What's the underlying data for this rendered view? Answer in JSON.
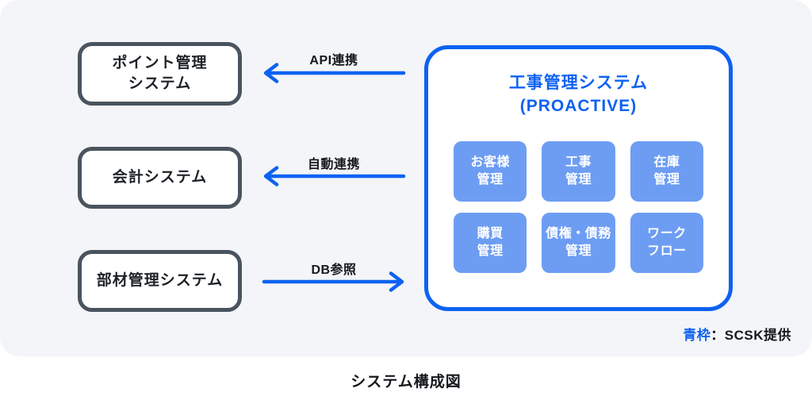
{
  "diagram": {
    "external_systems": [
      {
        "name": "point-management-system",
        "lines": [
          "ポイント管理",
          "システム"
        ]
      },
      {
        "name": "accounting-system",
        "lines": [
          "会計システム"
        ]
      },
      {
        "name": "parts-management-system",
        "lines": [
          "部材管理システム"
        ]
      }
    ],
    "connections": [
      {
        "label": "API連携",
        "direction": "left"
      },
      {
        "label": "自動連携",
        "direction": "left"
      },
      {
        "label": "DB参照",
        "direction": "right"
      }
    ],
    "proactive": {
      "title_lines": [
        "工事管理システム",
        "(PROACTIVE)"
      ],
      "modules": [
        {
          "lines": [
            "お客様",
            "管理"
          ]
        },
        {
          "lines": [
            "工事",
            "管理"
          ]
        },
        {
          "lines": [
            "在庫",
            "管理"
          ]
        },
        {
          "lines": [
            "購買",
            "管理"
          ]
        },
        {
          "lines": [
            "債権・債務",
            "管理"
          ]
        },
        {
          "lines": [
            "ワーク",
            "フロー"
          ]
        }
      ]
    },
    "legend": {
      "highlight": "青枠",
      "rest": "：SCSK提供"
    },
    "caption": "システム構成図"
  },
  "colors": {
    "accent_blue": "#0D62F2",
    "module_blue": "#6D9DF3",
    "box_border_slate": "#4A545E",
    "panel_background": "#F3F5F8",
    "text_dark": "#15181C"
  }
}
